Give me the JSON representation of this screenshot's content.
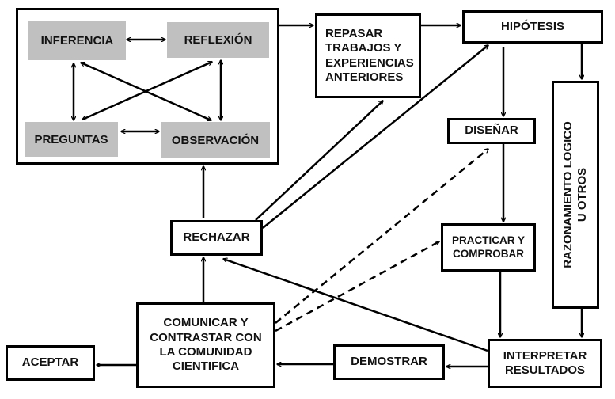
{
  "diagram": {
    "type": "flowchart",
    "language": "es",
    "cluster": {
      "nodes": {
        "inferencia": "INFERENCIA",
        "reflexion": "REFLEXIÓN",
        "preguntas": "PREGUNTAS",
        "observacion": "OBSERVACIÓN"
      }
    },
    "nodes": {
      "repasar": "REPASAR TRABAJOS Y EXPERIENCIAS ANTERIORES",
      "repasar_lines": [
        "REPASAR",
        "TRABAJOS Y",
        "EXPERIENCIAS",
        "ANTERIORES"
      ],
      "hipotesis": "HIPÓTESIS",
      "disenar": "DISEÑAR",
      "practicar_lines": [
        "PRACTICAR Y",
        "COMPROBAR"
      ],
      "razonamiento_lines": [
        "RAZONAMIENTO LOGICO",
        "U OTROS"
      ],
      "interpretar_lines": [
        "INTERPRETAR",
        "RESULTADOS"
      ],
      "demostrar": "DEMOSTRAR",
      "comunicar_lines": [
        "COMUNICAR Y",
        "CONTRASTAR CON",
        "LA COMUNIDAD",
        "CIENTIFICA"
      ],
      "aceptar": "ACEPTAR",
      "rechazar": "RECHAZAR"
    },
    "edges": [
      {
        "from": "inferencia",
        "to": "reflexion",
        "style": "solid",
        "bidirectional": true
      },
      {
        "from": "preguntas",
        "to": "observacion",
        "style": "solid",
        "bidirectional": true
      },
      {
        "from": "inferencia",
        "to": "preguntas",
        "style": "solid",
        "bidirectional": true
      },
      {
        "from": "reflexion",
        "to": "observacion",
        "style": "solid",
        "bidirectional": true
      },
      {
        "from": "inferencia",
        "to": "observacion",
        "style": "solid",
        "bidirectional": true
      },
      {
        "from": "reflexion",
        "to": "preguntas",
        "style": "solid",
        "bidirectional": true
      },
      {
        "from": "cluster",
        "to": "repasar",
        "style": "solid"
      },
      {
        "from": "repasar",
        "to": "hipotesis",
        "style": "solid"
      },
      {
        "from": "hipotesis",
        "to": "disenar",
        "style": "solid"
      },
      {
        "from": "hipotesis",
        "to": "razonamiento",
        "style": "solid"
      },
      {
        "from": "disenar",
        "to": "practicar",
        "style": "solid"
      },
      {
        "from": "practicar",
        "to": "interpretar",
        "style": "solid"
      },
      {
        "from": "razonamiento",
        "to": "interpretar",
        "style": "solid"
      },
      {
        "from": "interpretar",
        "to": "demostrar",
        "style": "solid"
      },
      {
        "from": "demostrar",
        "to": "comunicar",
        "style": "solid"
      },
      {
        "from": "comunicar",
        "to": "aceptar",
        "style": "solid"
      },
      {
        "from": "comunicar",
        "to": "rechazar",
        "style": "solid"
      },
      {
        "from": "interpretar",
        "to": "rechazar",
        "style": "solid"
      },
      {
        "from": "rechazar",
        "to": "cluster",
        "style": "solid"
      },
      {
        "from": "rechazar",
        "to": "repasar",
        "style": "solid"
      },
      {
        "from": "rechazar",
        "to": "hipotesis",
        "style": "solid"
      },
      {
        "from": "comunicar",
        "to": "disenar",
        "style": "dashed"
      },
      {
        "from": "comunicar",
        "to": "practicar",
        "style": "dashed"
      }
    ]
  }
}
